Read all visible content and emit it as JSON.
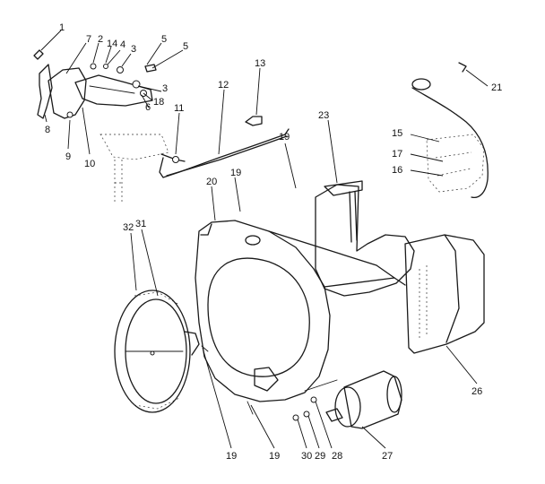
{
  "callouts": [
    {
      "id": "c1",
      "text": "1"
    },
    {
      "id": "c7",
      "text": "7"
    },
    {
      "id": "c2",
      "text": "2"
    },
    {
      "id": "c14",
      "text": "14"
    },
    {
      "id": "c4",
      "text": "4"
    },
    {
      "id": "c3a",
      "text": "3"
    },
    {
      "id": "c5a",
      "text": "5"
    },
    {
      "id": "c5b",
      "text": "5"
    },
    {
      "id": "c3b",
      "text": "3"
    },
    {
      "id": "c6",
      "text": "6"
    },
    {
      "id": "c18",
      "text": "18"
    },
    {
      "id": "c8",
      "text": "8"
    },
    {
      "id": "c9",
      "text": "9"
    },
    {
      "id": "c10",
      "text": "10"
    },
    {
      "id": "c11",
      "text": "11"
    },
    {
      "id": "c12",
      "text": "12"
    },
    {
      "id": "c13",
      "text": "13"
    },
    {
      "id": "c19a",
      "text": "19"
    },
    {
      "id": "c19b",
      "text": "19"
    },
    {
      "id": "c20",
      "text": "20"
    },
    {
      "id": "c23",
      "text": "23"
    },
    {
      "id": "c21",
      "text": "21"
    },
    {
      "id": "c15",
      "text": "15"
    },
    {
      "id": "c17",
      "text": "17"
    },
    {
      "id": "c16",
      "text": "16"
    },
    {
      "id": "c32",
      "text": "32"
    },
    {
      "id": "c31",
      "text": "31"
    },
    {
      "id": "c26",
      "text": "26"
    },
    {
      "id": "c19c",
      "text": "19"
    },
    {
      "id": "c19d",
      "text": "19"
    },
    {
      "id": "c30",
      "text": "30"
    },
    {
      "id": "c29",
      "text": "29"
    },
    {
      "id": "c28",
      "text": "28"
    },
    {
      "id": "c27",
      "text": "27"
    }
  ]
}
